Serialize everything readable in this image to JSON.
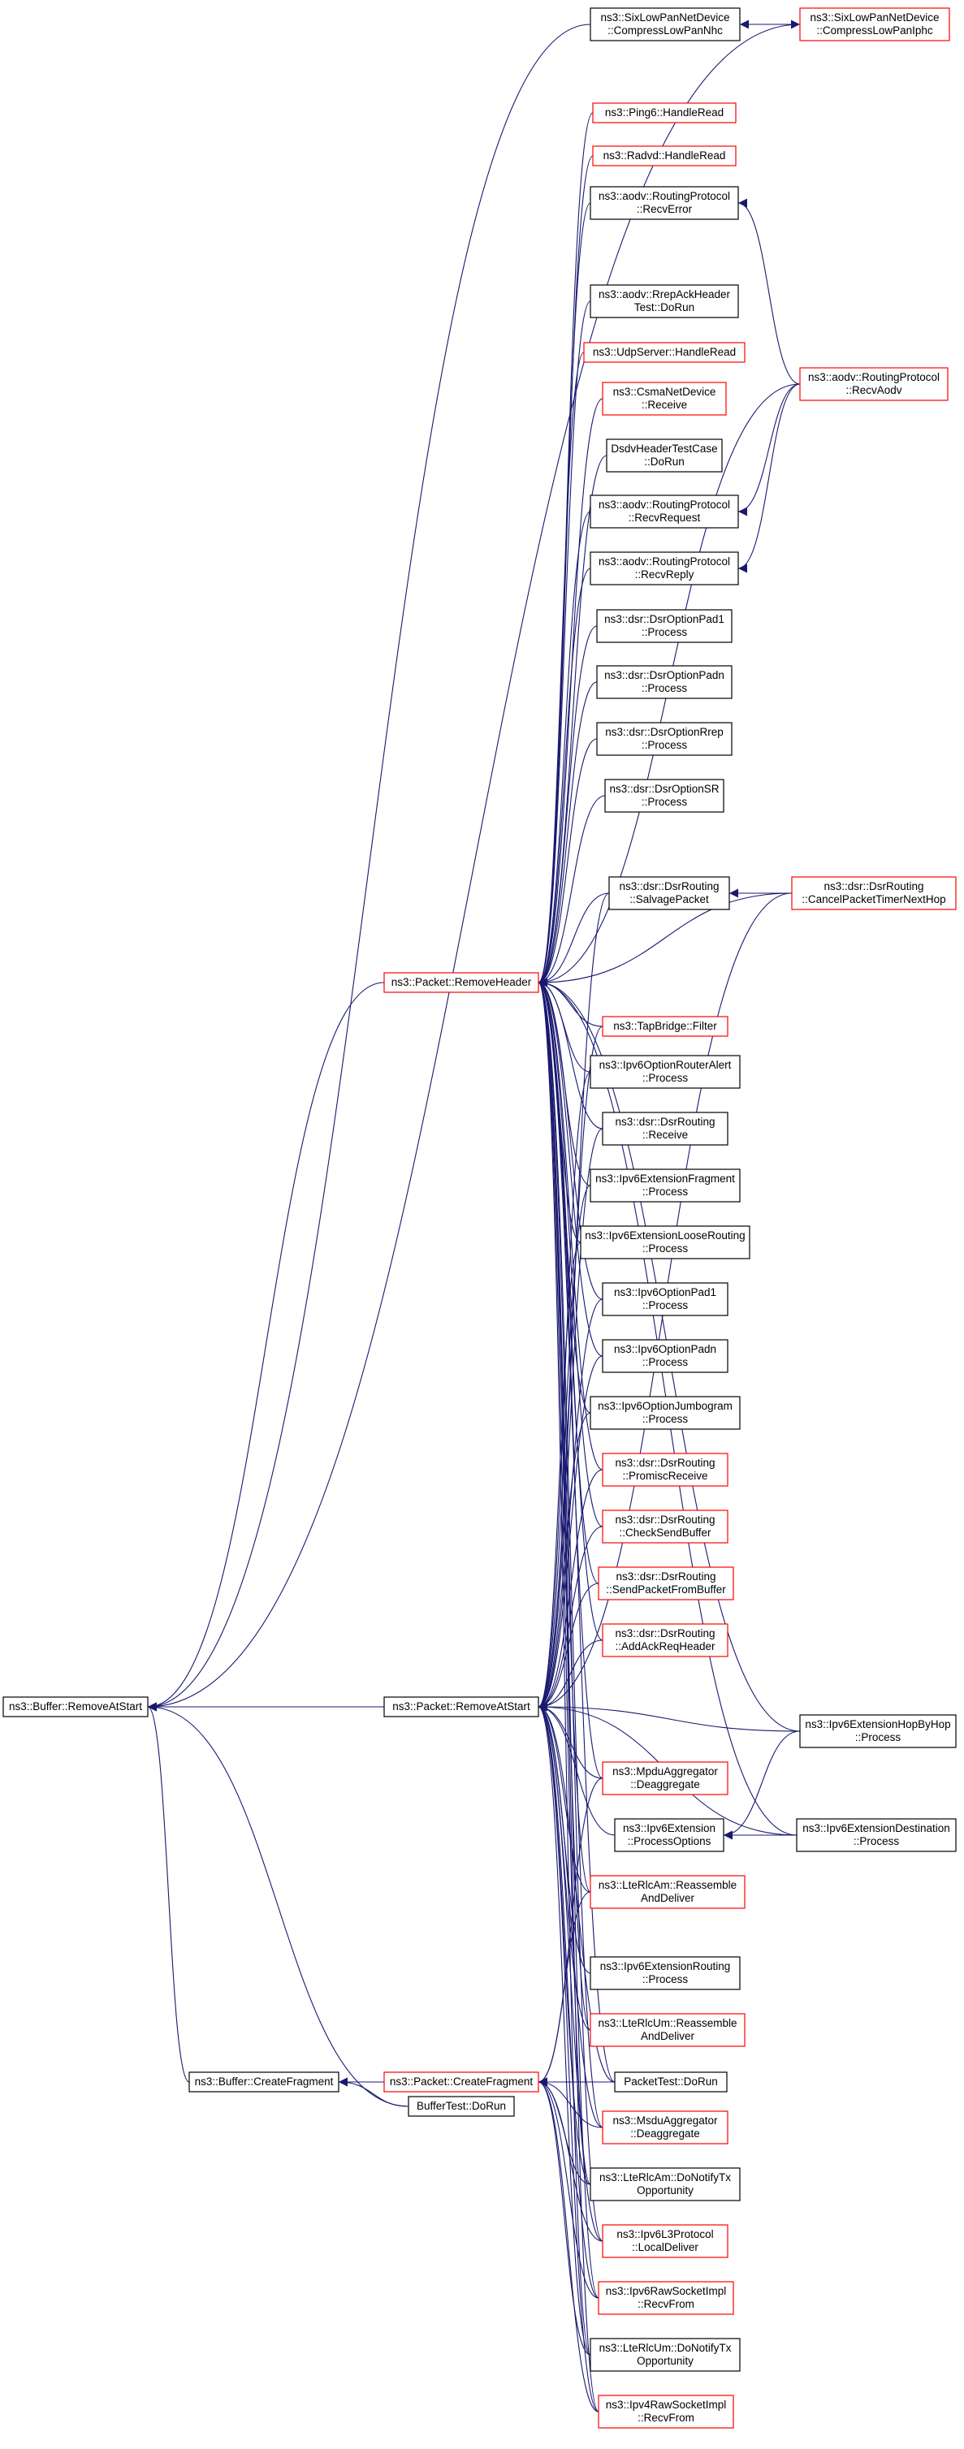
{
  "colors": {
    "edge": "#191970",
    "documented_border": "#000000",
    "undocumented_border": "#ff0000",
    "focus_fill": "#bfbfbf",
    "background": "#ffffff"
  },
  "nodes": [
    {
      "id": "root",
      "lines": [
        "ns3::Buffer::RemoveAtStart"
      ],
      "border": "black",
      "focus": true
    },
    {
      "id": "packet_removeheader",
      "lines": [
        "ns3::Packet::RemoveHeader"
      ],
      "border": "red"
    },
    {
      "id": "packet_removeatstart",
      "lines": [
        "ns3::Packet::RemoveAtStart"
      ],
      "border": "black"
    },
    {
      "id": "buffer_createfragment",
      "lines": [
        "ns3::Buffer::CreateFragment"
      ],
      "border": "black"
    },
    {
      "id": "packet_createfragment",
      "lines": [
        "ns3::Packet::CreateFragment"
      ],
      "border": "red"
    },
    {
      "id": "buffertest_dorun",
      "lines": [
        "BufferTest::DoRun"
      ],
      "border": "black"
    },
    {
      "id": "sixlowpan_nhc",
      "lines": [
        "ns3::SixLowPanNetDevice",
        "::CompressLowPanNhc"
      ],
      "border": "black"
    },
    {
      "id": "sixlowpan_iphc",
      "lines": [
        "ns3::SixLowPanNetDevice",
        "::CompressLowPanIphc"
      ],
      "border": "red"
    },
    {
      "id": "ping6_handleread",
      "lines": [
        "ns3::Ping6::HandleRead"
      ],
      "border": "red"
    },
    {
      "id": "radvd_handleread",
      "lines": [
        "ns3::Radvd::HandleRead"
      ],
      "border": "red"
    },
    {
      "id": "aodv_recverror",
      "lines": [
        "ns3::aodv::RoutingProtocol",
        "::RecvError"
      ],
      "border": "black"
    },
    {
      "id": "aodv_repack",
      "lines": [
        "ns3::aodv::RrepAckHeader",
        "Test::DoRun"
      ],
      "border": "black"
    },
    {
      "id": "udpserver_handleread",
      "lines": [
        "ns3::UdpServer::HandleRead"
      ],
      "border": "red"
    },
    {
      "id": "csma_receive",
      "lines": [
        "ns3::CsmaNetDevice",
        "::Receive"
      ],
      "border": "red"
    },
    {
      "id": "dsdv_dorun",
      "lines": [
        "DsdvHeaderTestCase",
        "::DoRun"
      ],
      "border": "black"
    },
    {
      "id": "aodv_recvrequest",
      "lines": [
        "ns3::aodv::RoutingProtocol",
        "::RecvRequest"
      ],
      "border": "black"
    },
    {
      "id": "aodv_recvreply",
      "lines": [
        "ns3::aodv::RoutingProtocol",
        "::RecvReply"
      ],
      "border": "black"
    },
    {
      "id": "aodv_recvaodv",
      "lines": [
        "ns3::aodv::RoutingProtocol",
        "::RecvAodv"
      ],
      "border": "red"
    },
    {
      "id": "dsr_pad1",
      "lines": [
        "ns3::dsr::DsrOptionPad1",
        "::Process"
      ],
      "border": "black"
    },
    {
      "id": "dsr_padn",
      "lines": [
        "ns3::dsr::DsrOptionPadn",
        "::Process"
      ],
      "border": "black"
    },
    {
      "id": "dsr_rrep",
      "lines": [
        "ns3::dsr::DsrOptionRrep",
        "::Process"
      ],
      "border": "black"
    },
    {
      "id": "dsr_sr",
      "lines": [
        "ns3::dsr::DsrOptionSR",
        "::Process"
      ],
      "border": "black"
    },
    {
      "id": "dsr_salvage",
      "lines": [
        "ns3::dsr::DsrRouting",
        "::SalvagePacket"
      ],
      "border": "black"
    },
    {
      "id": "dsr_cancel",
      "lines": [
        "ns3::dsr::DsrRouting",
        "::CancelPacketTimerNextHop"
      ],
      "border": "red"
    },
    {
      "id": "tapbridge_filter",
      "lines": [
        "ns3::TapBridge::Filter"
      ],
      "border": "red"
    },
    {
      "id": "ipv6_routeralert",
      "lines": [
        "ns3::Ipv6OptionRouterAlert",
        "::Process"
      ],
      "border": "black"
    },
    {
      "id": "dsr_receive",
      "lines": [
        "ns3::dsr::DsrRouting",
        "::Receive"
      ],
      "border": "black"
    },
    {
      "id": "ipv6_fragment",
      "lines": [
        "ns3::Ipv6ExtensionFragment",
        "::Process"
      ],
      "border": "black"
    },
    {
      "id": "ipv6_looserouting",
      "lines": [
        "ns3::Ipv6ExtensionLooseRouting",
        "::Process"
      ],
      "border": "black"
    },
    {
      "id": "ipv6_pad1",
      "lines": [
        "ns3::Ipv6OptionPad1",
        "::Process"
      ],
      "border": "black"
    },
    {
      "id": "ipv6_padn",
      "lines": [
        "ns3::Ipv6OptionPadn",
        "::Process"
      ],
      "border": "black"
    },
    {
      "id": "ipv6_jumbogram",
      "lines": [
        "ns3::Ipv6OptionJumbogram",
        "::Process"
      ],
      "border": "black"
    },
    {
      "id": "dsr_promisc",
      "lines": [
        "ns3::dsr::DsrRouting",
        "::PromiscReceive"
      ],
      "border": "red"
    },
    {
      "id": "dsr_checksend",
      "lines": [
        "ns3::dsr::DsrRouting",
        "::CheckSendBuffer"
      ],
      "border": "red"
    },
    {
      "id": "dsr_sendfrombuffer",
      "lines": [
        "ns3::dsr::DsrRouting",
        "::SendPacketFromBuffer"
      ],
      "border": "red"
    },
    {
      "id": "dsr_addack",
      "lines": [
        "ns3::dsr::DsrRouting",
        "::AddAckReqHeader"
      ],
      "border": "red"
    },
    {
      "id": "ipv6_hopbyhop",
      "lines": [
        "ns3::Ipv6ExtensionHopByHop",
        "::Process"
      ],
      "border": "black"
    },
    {
      "id": "mpdu_deaggregate",
      "lines": [
        "ns3::MpduAggregator",
        "::Deaggregate"
      ],
      "border": "red"
    },
    {
      "id": "ipv6_processoptions",
      "lines": [
        "ns3::Ipv6Extension",
        "::ProcessOptions"
      ],
      "border": "black"
    },
    {
      "id": "ipv6_destination",
      "lines": [
        "ns3::Ipv6ExtensionDestination",
        "::Process"
      ],
      "border": "black"
    },
    {
      "id": "lterlcam_reassemble",
      "lines": [
        "ns3::LteRlcAm::Reassemble",
        "AndDeliver"
      ],
      "border": "red"
    },
    {
      "id": "ipv6_routing",
      "lines": [
        "ns3::Ipv6ExtensionRouting",
        "::Process"
      ],
      "border": "black"
    },
    {
      "id": "lterlcum_reassemble",
      "lines": [
        "ns3::LteRlcUm::Reassemble",
        "AndDeliver"
      ],
      "border": "red"
    },
    {
      "id": "packettest_dorun",
      "lines": [
        "PacketTest::DoRun"
      ],
      "border": "black"
    },
    {
      "id": "msdu_deaggregate",
      "lines": [
        "ns3::MsduAggregator",
        "::Deaggregate"
      ],
      "border": "red"
    },
    {
      "id": "lterlcam_notify",
      "lines": [
        "ns3::LteRlcAm::DoNotifyTx",
        "Opportunity"
      ],
      "border": "black"
    },
    {
      "id": "ipv6l3_localdeliver",
      "lines": [
        "ns3::Ipv6L3Protocol",
        "::LocalDeliver"
      ],
      "border": "red"
    },
    {
      "id": "ipv6raw_recvfrom",
      "lines": [
        "ns3::Ipv6RawSocketImpl",
        "::RecvFrom"
      ],
      "border": "red"
    },
    {
      "id": "lterlcum_notify",
      "lines": [
        "ns3::LteRlcUm::DoNotifyTx",
        "Opportunity"
      ],
      "border": "black"
    },
    {
      "id": "ipv4raw_recvfrom",
      "lines": [
        "ns3::Ipv4RawSocketImpl",
        "::RecvFrom"
      ],
      "border": "red"
    }
  ],
  "edges": [
    [
      "packet_removeheader",
      "root"
    ],
    [
      "packet_removeatstart",
      "root"
    ],
    [
      "buffer_createfragment",
      "root"
    ],
    [
      "buffertest_dorun",
      "root"
    ],
    [
      "sixlowpan_nhc",
      "root"
    ],
    [
      "sixlowpan_iphc",
      "root"
    ],
    [
      "sixlowpan_iphc",
      "sixlowpan_nhc"
    ],
    [
      "sixlowpan_nhc",
      "sixlowpan_iphc"
    ],
    [
      "packet_createfragment",
      "buffer_createfragment"
    ],
    [
      "buffertest_dorun",
      "buffer_createfragment"
    ],
    [
      "ping6_handleread",
      "packet_removeheader"
    ],
    [
      "radvd_handleread",
      "packet_removeheader"
    ],
    [
      "aodv_recverror",
      "packet_removeheader"
    ],
    [
      "aodv_repack",
      "packet_removeheader"
    ],
    [
      "udpserver_handleread",
      "packet_removeheader"
    ],
    [
      "csma_receive",
      "packet_removeheader"
    ],
    [
      "dsdv_dorun",
      "packet_removeheader"
    ],
    [
      "aodv_recvrequest",
      "packet_removeheader"
    ],
    [
      "aodv_recvreply",
      "packet_removeheader"
    ],
    [
      "aodv_recvaodv",
      "packet_removeheader"
    ],
    [
      "aodv_recvaodv",
      "aodv_recverror"
    ],
    [
      "aodv_recvaodv",
      "aodv_recvrequest"
    ],
    [
      "aodv_recvaodv",
      "aodv_recvreply"
    ],
    [
      "dsr_pad1",
      "packet_removeheader"
    ],
    [
      "dsr_padn",
      "packet_removeheader"
    ],
    [
      "dsr_rrep",
      "packet_removeheader"
    ],
    [
      "dsr_sr",
      "packet_removeheader"
    ],
    [
      "dsr_salvage",
      "packet_removeheader"
    ],
    [
      "dsr_cancel",
      "packet_removeheader"
    ],
    [
      "dsr_cancel",
      "dsr_salvage"
    ],
    [
      "dsr_cancel",
      "packet_removeatstart"
    ],
    [
      "tapbridge_filter",
      "packet_removeheader"
    ],
    [
      "ipv6_routeralert",
      "packet_removeheader"
    ],
    [
      "dsr_receive",
      "packet_removeheader"
    ],
    [
      "ipv6_fragment",
      "packet_removeheader"
    ],
    [
      "ipv6_looserouting",
      "packet_removeheader"
    ],
    [
      "ipv6_pad1",
      "packet_removeheader"
    ],
    [
      "ipv6_padn",
      "packet_removeheader"
    ],
    [
      "ipv6_jumbogram",
      "packet_removeheader"
    ],
    [
      "dsr_promisc",
      "packet_removeheader"
    ],
    [
      "dsr_checksend",
      "packet_removeheader"
    ],
    [
      "dsr_sendfrombuffer",
      "packet_removeheader"
    ],
    [
      "dsr_addack",
      "packet_removeheader"
    ],
    [
      "ipv6_hopbyhop",
      "packet_removeheader"
    ],
    [
      "ipv6_destination",
      "packet_removeheader"
    ],
    [
      "mpdu_deaggregate",
      "packet_removeheader"
    ],
    [
      "lterlcam_reassemble",
      "packet_removeheader"
    ],
    [
      "lterlcum_reassemble",
      "packet_removeheader"
    ],
    [
      "packettest_dorun",
      "packet_removeheader"
    ],
    [
      "msdu_deaggregate",
      "packet_removeheader"
    ],
    [
      "lterlcam_notify",
      "packet_removeheader"
    ],
    [
      "ipv6l3_localdeliver",
      "packet_removeheader"
    ],
    [
      "ipv6raw_recvfrom",
      "packet_removeheader"
    ],
    [
      "lterlcum_notify",
      "packet_removeheader"
    ],
    [
      "ipv4raw_recvfrom",
      "packet_removeheader"
    ],
    [
      "dsr_salvage",
      "packet_removeatstart"
    ],
    [
      "tapbridge_filter",
      "packet_removeatstart"
    ],
    [
      "ipv6_routeralert",
      "packet_removeatstart"
    ],
    [
      "dsr_receive",
      "packet_removeatstart"
    ],
    [
      "ipv6_fragment",
      "packet_removeatstart"
    ],
    [
      "ipv6_looserouting",
      "packet_removeatstart"
    ],
    [
      "ipv6_pad1",
      "packet_removeatstart"
    ],
    [
      "ipv6_padn",
      "packet_removeatstart"
    ],
    [
      "ipv6_jumbogram",
      "packet_removeatstart"
    ],
    [
      "dsr_promisc",
      "packet_removeatstart"
    ],
    [
      "dsr_checksend",
      "packet_removeatstart"
    ],
    [
      "dsr_sendfrombuffer",
      "packet_removeatstart"
    ],
    [
      "dsr_addack",
      "packet_removeatstart"
    ],
    [
      "ipv6_hopbyhop",
      "packet_removeatstart"
    ],
    [
      "mpdu_deaggregate",
      "packet_removeatstart"
    ],
    [
      "ipv6_processoptions",
      "packet_removeatstart"
    ],
    [
      "ipv6_destination",
      "packet_removeatstart"
    ],
    [
      "lterlcam_reassemble",
      "packet_removeatstart"
    ],
    [
      "ipv6_routing",
      "packet_removeatstart"
    ],
    [
      "lterlcum_reassemble",
      "packet_removeatstart"
    ],
    [
      "packettest_dorun",
      "packet_removeatstart"
    ],
    [
      "msdu_deaggregate",
      "packet_removeatstart"
    ],
    [
      "lterlcam_notify",
      "packet_removeatstart"
    ],
    [
      "ipv6l3_localdeliver",
      "packet_removeatstart"
    ],
    [
      "ipv6raw_recvfrom",
      "packet_removeatstart"
    ],
    [
      "lterlcum_notify",
      "packet_removeatstart"
    ],
    [
      "ipv4raw_recvfrom",
      "packet_removeatstart"
    ],
    [
      "ipv6_hopbyhop",
      "ipv6_processoptions"
    ],
    [
      "ipv6_destination",
      "ipv6_processoptions"
    ],
    [
      "mpdu_deaggregate",
      "packet_createfragment"
    ],
    [
      "lterlcam_reassemble",
      "packet_createfragment"
    ],
    [
      "packettest_dorun",
      "packet_createfragment"
    ],
    [
      "msdu_deaggregate",
      "packet_createfragment"
    ],
    [
      "lterlcam_notify",
      "packet_createfragment"
    ],
    [
      "ipv6l3_localdeliver",
      "packet_createfragment"
    ],
    [
      "ipv6raw_recvfrom",
      "packet_createfragment"
    ],
    [
      "lterlcum_notify",
      "packet_createfragment"
    ],
    [
      "ipv4raw_recvfrom",
      "packet_createfragment"
    ]
  ]
}
